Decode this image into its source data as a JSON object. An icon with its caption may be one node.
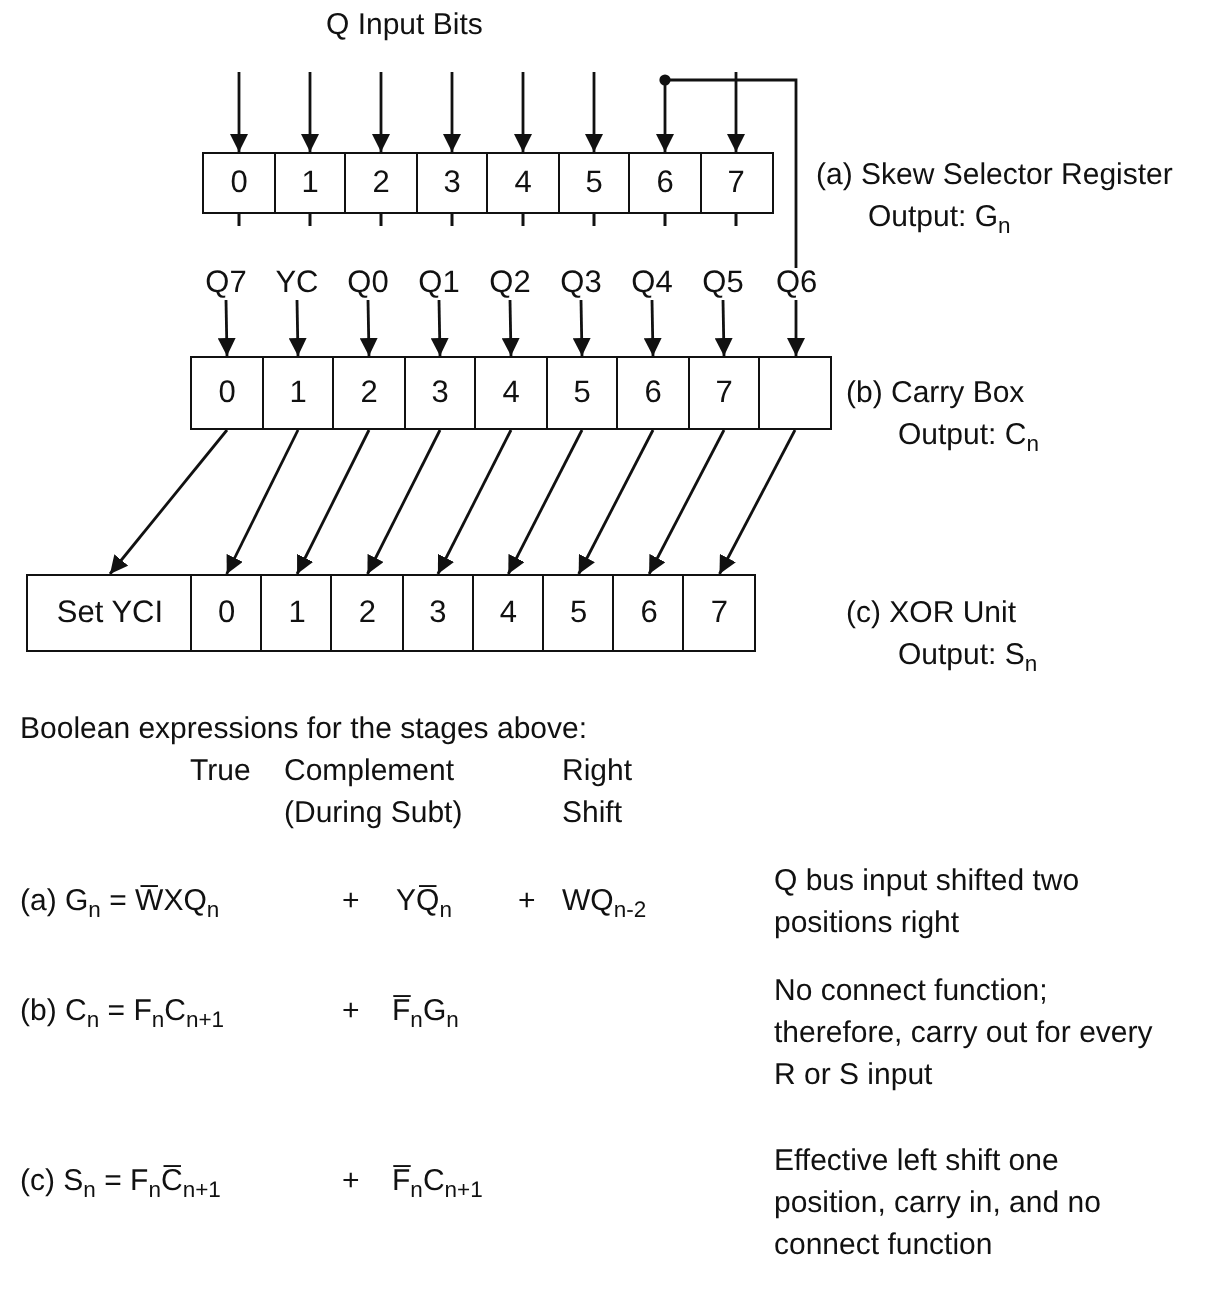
{
  "diagram": {
    "nodes": [
      {
        "text": [
          "0"
        ]
      },
      {
        "text": [
          "1"
        ]
      },
      {
        "text": [
          "2"
        ]
      },
      {
        "text": [
          "3"
        ]
      },
      {
        "text": [
          "4"
        ]
      },
      {
        "text": [
          "5"
        ]
      },
      {
        "text": [
          "6"
        ]
      },
      {
        "text": [
          "7"
        ]
      },
      {
        "text": [
          "Q7"
        ]
      },
      {
        "text": [
          "YC"
        ]
      },
      {
        "text": [
          "Q0"
        ]
      },
      {
        "text": [
          "Q1"
        ]
      },
      {
        "text": [
          "Q2"
        ]
      },
      {
        "text": [
          "Q3"
        ]
      },
      {
        "text": [
          "Q4"
        ]
      },
      {
        "text": [
          "Q5"
        ]
      },
      {
        "text": [
          "0"
        ]
      },
      {
        "text": [
          "1"
        ]
      },
      {
        "text": [
          "2"
        ]
      },
      {
        "text": [
          "3"
        ]
      },
      {
        "text": [
          "4"
        ]
      },
      {
        "text": [
          "5"
        ]
      },
      {
        "text": [
          "6"
        ]
      },
      {
        "text": [
          "7"
        ]
      },
      {
        "text": [],
        "shape": "box"
      },
      {
        "text": [
          "Set YCI"
        ]
      },
      {
        "text": [
          "0"
        ]
      },
      {
        "text": [
          "1"
        ]
      },
      {
        "text": [
          "2"
        ]
      },
      {
        "text": [
          "3"
        ]
      },
      {
        "text": [
          "4"
        ]
      },
      {
        "text": [
          "5"
        ]
      },
      {
        "text": [
          "6"
        ]
      },
      {
        "text": [
          "7"
        ]
      }
    ],
    "edges": [
      {
        "from": null,
        "to": 0,
        "arrow": "to"
      },
      {
        "from": null,
        "to": 1,
        "arrow": "to"
      },
      {
        "from": null,
        "to": 2,
        "arrow": "to"
      },
      {
        "from": null,
        "to": 3,
        "arrow": "to"
      },
      {
        "from": null,
        "to": 4,
        "arrow": "to"
      },
      {
        "from": null,
        "to": 5,
        "arrow": "to"
      },
      {
        "from": null,
        "to": 6,
        "arrow": "to"
      },
      {
        "from": null,
        "to": 7,
        "arrow": "to"
      },
      {
        "from": null,
        "to": 24,
        "arrow": "to",
        "label": "Q6"
      },
      {
        "from": 8,
        "to": 16,
        "arrow": "to"
      },
      {
        "from": 9,
        "to": 17,
        "arrow": "to"
      },
      {
        "from": 10,
        "to": 18,
        "arrow": "to"
      },
      {
        "from": 11,
        "to": 19,
        "arrow": "to"
      },
      {
        "from": 12,
        "to": 20,
        "arrow": "to"
      },
      {
        "from": 13,
        "to": 21,
        "arrow": "to"
      },
      {
        "from": 14,
        "to": 22,
        "arrow": "to"
      },
      {
        "from": 15,
        "to": 23,
        "arrow": "to"
      },
      {
        "from": 16,
        "to": 25,
        "arrow": "to"
      },
      {
        "from": 17,
        "to": 26,
        "arrow": "to"
      },
      {
        "from": 18,
        "to": 27,
        "arrow": "to"
      },
      {
        "from": 19,
        "to": 28,
        "arrow": "to"
      },
      {
        "from": 20,
        "to": 29,
        "arrow": "to"
      },
      {
        "from": 21,
        "to": 30,
        "arrow": "to"
      },
      {
        "from": 22,
        "to": 31,
        "arrow": "to"
      },
      {
        "from": 23,
        "to": 32,
        "arrow": "to"
      },
      {
        "from": 24,
        "to": 33,
        "arrow": "to"
      }
    ],
    "labels": [
      "Q Input Bits",
      "(a) Skew Selector Register Output: G$_{n}$",
      "(b) Carry Box Output: C$_{n}$",
      "(c) XOR Unit Output: S$_{n}$",
      "Boolean expressions for the stages above:",
      "True",
      "Complement (During Subt)",
      "Right Shift",
      "(a) G$_{n}$ = W̅XQ$_{n}$",
      "+",
      "YQ̅$_{n}$",
      "+",
      "WQ$_{n-2}$",
      "Q bus input shifted two positions right",
      "(b) C$_{n}$ = F$_{n}$C$_{n+1}$",
      "+",
      "F̅$_{n}$G$_{n}$",
      "No connect function; therefore, carry out for every R or S input",
      "(c) S$_{n}$ = F$_{n}$C̅$_{n+1}$",
      "+",
      "F̅$_{n}$C$_{n+1}$",
      "Effective left shift one position, carry in, and no connect function"
    ]
  }
}
